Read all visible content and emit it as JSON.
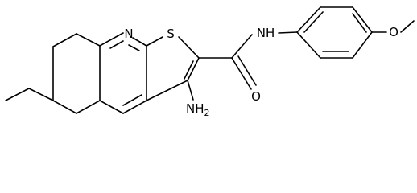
{
  "molecule": {
    "labels": {
      "ring_nitrogen": "N",
      "sulfur": "S",
      "amide_nh": "NH",
      "amino": "NH",
      "amino_subscript": "2",
      "carbonyl_oxygen": "O",
      "ether_oxygen": "O"
    }
  }
}
